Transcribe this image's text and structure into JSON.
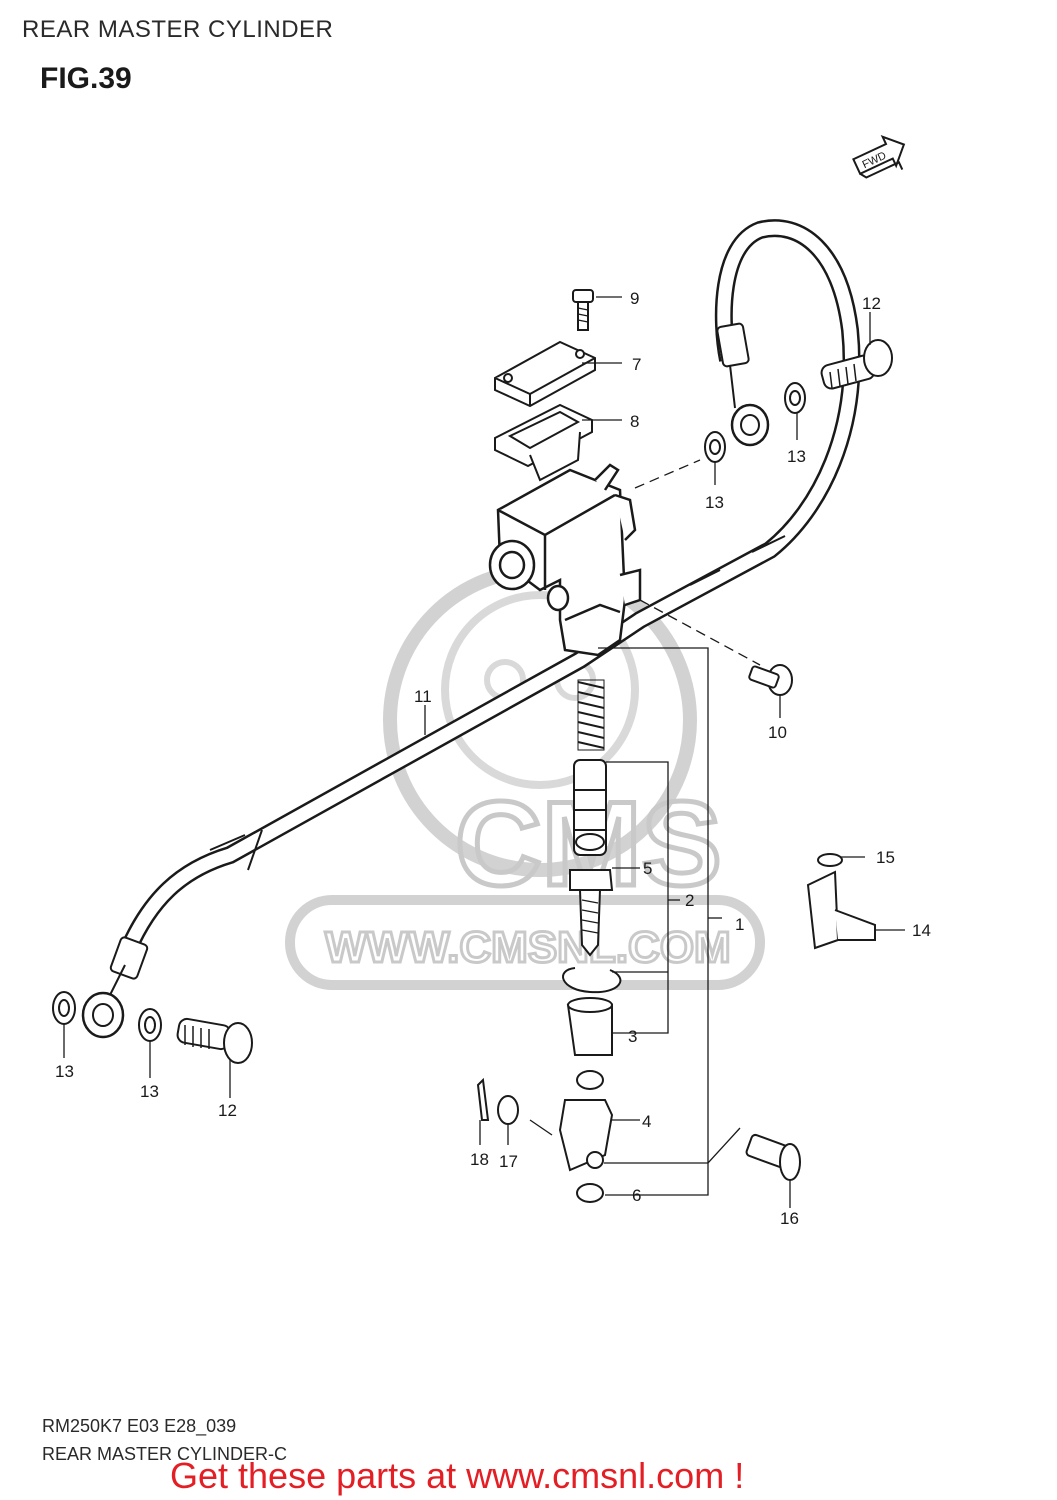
{
  "header": {
    "title": "REAR MASTER CYLINDER",
    "figure": "FIG.39"
  },
  "footer": {
    "code": "RM250K7 E03 E28_039",
    "subtitle": "REAR MASTER CYLINDER-C",
    "promo": "Get these parts at www.cmsnl.com !"
  },
  "watermark": {
    "brand": "CMS",
    "url": "WWW.CMSNL.COM"
  },
  "diagram": {
    "fwd_label": "FWD",
    "callouts": [
      "1",
      "2",
      "3",
      "4",
      "5",
      "6",
      "7",
      "8",
      "9",
      "10",
      "11",
      "12",
      "12",
      "13",
      "13",
      "13",
      "13",
      "14",
      "15",
      "16",
      "17",
      "18"
    ]
  },
  "colors": {
    "promo": "#e31e24",
    "linework": "#1a1a1a",
    "watermark": "#c9c9c9"
  }
}
